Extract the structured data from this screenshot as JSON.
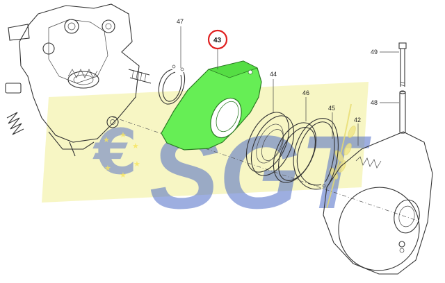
{
  "diagram": {
    "callouts": {
      "c43": "43",
      "c47": "47",
      "c44": "44",
      "c46": "46",
      "c45": "45",
      "c42": "42",
      "c48": "48",
      "c49": "49"
    },
    "highlighted_part": "43",
    "colors": {
      "highlight_fill": "#66ee55",
      "highlight_circle": "#e02020",
      "watermark_blue": "#3355bb",
      "watermark_yellow": "#f2ee9a"
    },
    "watermark_text": "SGT"
  }
}
